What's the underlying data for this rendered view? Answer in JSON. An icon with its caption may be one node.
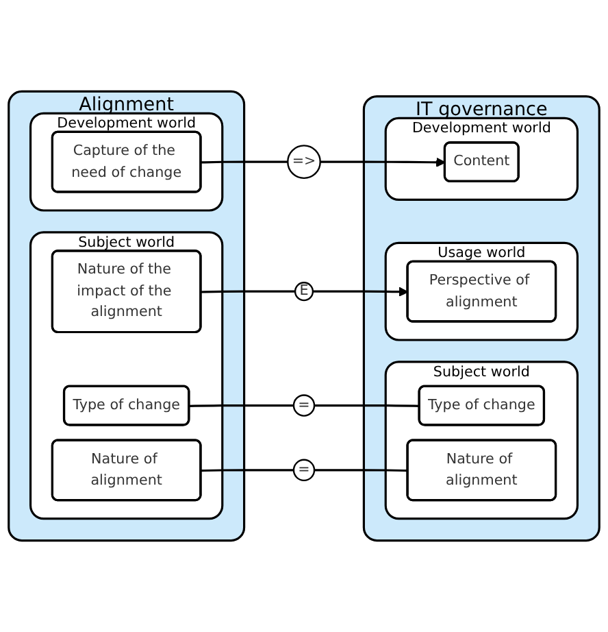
{
  "diagram": {
    "nodes": [
      {
        "text": [
          "Alignment"
        ]
      },
      {
        "text": [
          "Subject world"
        ],
        "in": 0
      },
      {
        "text": [
          "Type of change"
        ],
        "in": 1
      },
      {
        "text": [
          "Nature of alignment"
        ],
        "in": 1
      },
      {
        "text": [
          "Nature of the impact of the alignment"
        ],
        "in": 1
      },
      {
        "text": [
          "Development world"
        ],
        "in": 0
      },
      {
        "text": [
          "Capture of the need of change"
        ],
        "in": 5
      },
      {
        "text": [
          "IT governance"
        ]
      },
      {
        "text": [
          "Subject world"
        ],
        "in": 7
      },
      {
        "text": [
          "Type of change"
        ],
        "in": 8
      },
      {
        "text": [
          "Nature of alignment"
        ],
        "in": 8
      },
      {
        "text": [
          "Usage world"
        ],
        "in": 7
      },
      {
        "text": [
          "Perspective of alignment"
        ],
        "in": 11
      },
      {
        "text": [
          "Development world"
        ],
        "in": 7
      },
      {
        "text": [
          "Content"
        ],
        "in": 13
      },
      {
        "text": [
          "="
        ]
      },
      {
        "text": [
          "="
        ]
      },
      {
        "text": [
          "E"
        ]
      },
      {
        "text": [
          "=>"
        ]
      }
    ],
    "edges": [
      {
        "from": 2,
        "to": 15,
        "arrow": "none"
      },
      {
        "from": 15,
        "to": 9,
        "arrow": "none"
      },
      {
        "from": 3,
        "to": 16,
        "arrow": "none"
      },
      {
        "from": 16,
        "to": 10,
        "arrow": "none"
      },
      {
        "from": 4,
        "to": 17,
        "arrow": "none"
      },
      {
        "from": 17,
        "to": 12,
        "arrow": "to"
      },
      {
        "from": 6,
        "to": 18,
        "arrow": "none"
      },
      {
        "from": 18,
        "to": 14,
        "arrow": "to"
      }
    ]
  }
}
